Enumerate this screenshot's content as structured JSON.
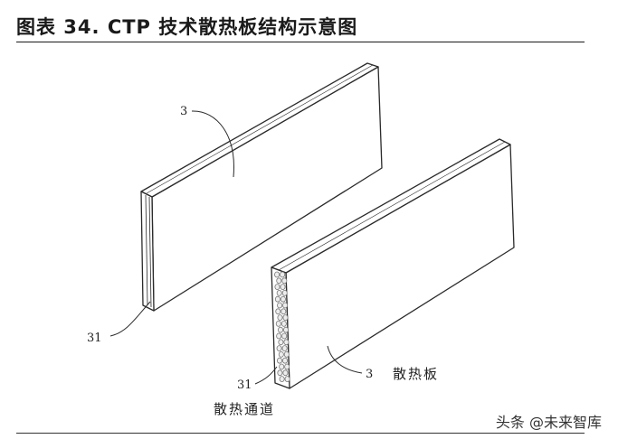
{
  "figure_title": "图表 34. CTP 技术散热板结构示意图",
  "labels": {
    "plate_top_number": "3",
    "plate_top_channel_number": "31",
    "plate_bottom_channel_number": "31",
    "plate_bottom_number": "3",
    "plate_bottom_caption": "散热板",
    "channel_caption": "散热通道"
  },
  "watermark": "头条 @未来智库",
  "colors": {
    "line": "#2a2a2a",
    "face": "#ffffff",
    "channel_fill": "#ededed",
    "channel_stroke": "#777777"
  }
}
